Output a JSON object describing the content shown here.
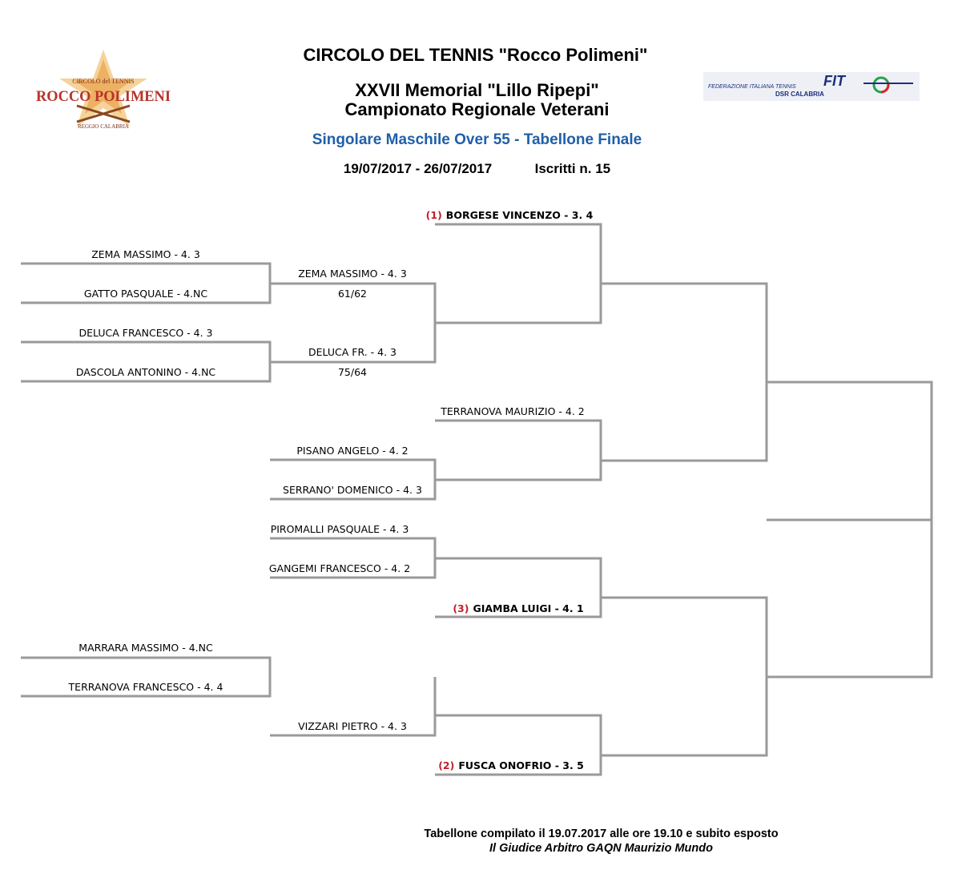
{
  "header": {
    "club": "CIRCOLO DEL TENNIS \"Rocco Polimeni\"",
    "memorial": "XXVII Memorial \"Lillo Ripepi\"",
    "championship": "Campionato Regionale Veterani",
    "event": "Singolare Maschile Over 55 - Tabellone Finale",
    "dates": "19/07/2017 - 26/07/2017",
    "entries": "Iscritti n. 15"
  },
  "logos": {
    "club": {
      "top": "CIRCOLO del TENNIS",
      "name": "ROCCO POLIMENI",
      "city": "REGGIO CALABRIA"
    },
    "fit": {
      "name": "FEDERAZIONE ITALIANA TENNIS",
      "abbr": "FIT",
      "region": "DSR CALABRIA"
    }
  },
  "colors": {
    "event": "#1f5fa8",
    "seed": "#c0202a",
    "lines": "#9a9a9a",
    "club_logo": "#b8322a"
  },
  "bracket": {
    "round1": [
      "ZEMA MASSIMO - 4. 3",
      "GATTO PASQUALE - 4.NC",
      "DELUCA FRANCESCO - 4. 3",
      "DASCOLA ANTONINO - 4.NC",
      "MARRARA MASSIMO - 4.NC",
      "TERRANOVA FRANCESCO - 4. 4"
    ],
    "round2": [
      "ZEMA MASSIMO - 4. 3",
      "DELUCA FR. - 4. 3",
      "PISANO ANGELO - 4. 2",
      "SERRANO' DOMENICO - 4. 3",
      "PIROMALLI PASQUALE - 4. 3",
      "GANGEMI FRANCESCO - 4. 2",
      "VIZZARI PIETRO - 4. 3"
    ],
    "scores": [
      "61/62",
      "75/64"
    ],
    "round3": [
      {
        "seed": "(1)",
        "name": "BORGESE VINCENZO - 3. 4"
      },
      {
        "seed": "",
        "name": "TERRANOVA MAURIZIO - 4. 2"
      },
      {
        "seed": "(3)",
        "name": "GIAMBA LUIGI - 4. 1"
      },
      {
        "seed": "(2)",
        "name": "FUSCA ONOFRIO - 3. 5"
      }
    ]
  },
  "footer": {
    "compiled": "Tabellone compilato il 19.07.2017 alle ore 19.10 e subito esposto",
    "referee": "Il Giudice Arbitro GAQN Maurizio Mundo"
  }
}
